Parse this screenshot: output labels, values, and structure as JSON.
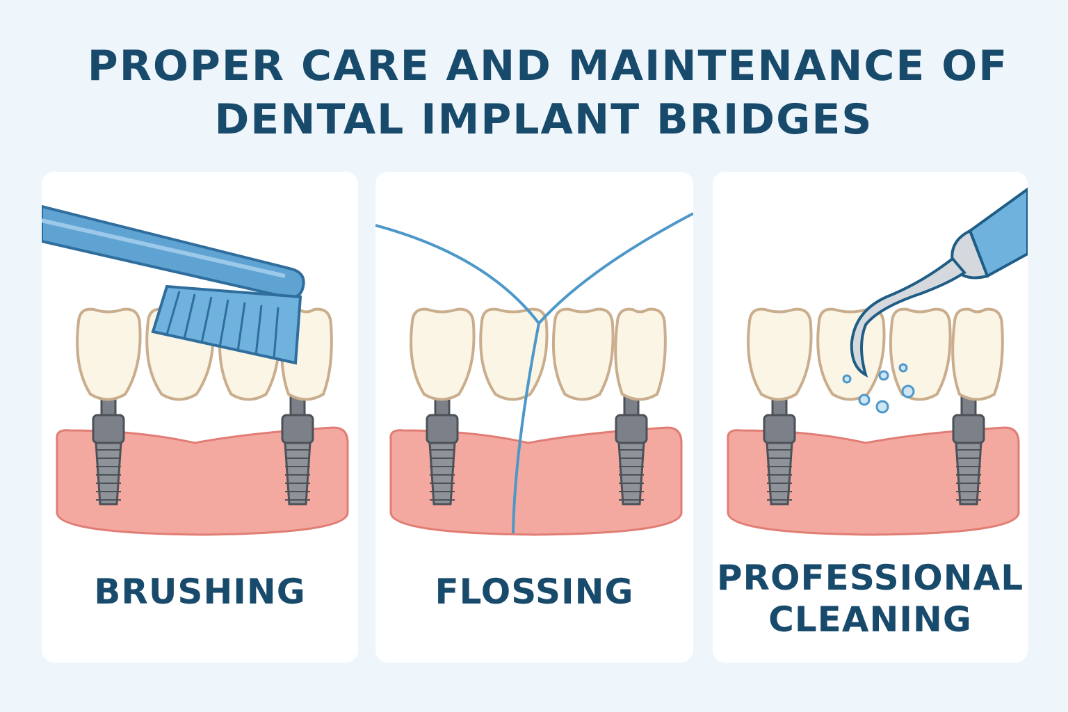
{
  "title": {
    "line1": "PROPER CARE AND MAINTENANCE OF",
    "line2": "DENTAL IMPLANT BRIDGES"
  },
  "panels": [
    {
      "label": "BRUSHING",
      "tool": "toothbrush-icon"
    },
    {
      "label": "FLOSSING",
      "tool": "floss-icon"
    },
    {
      "label_line1": "PROFESSIONAL",
      "label_line2": "CLEANING",
      "tool": "dental-scaler-icon"
    }
  ],
  "colors": {
    "title": "#184a6c",
    "gum": "#f4a9a0",
    "tooth": "#fbf5e6",
    "tooth_outline": "#c9ad8c",
    "implant": "#7c8189",
    "tool_blue": "#5fa3d3"
  }
}
